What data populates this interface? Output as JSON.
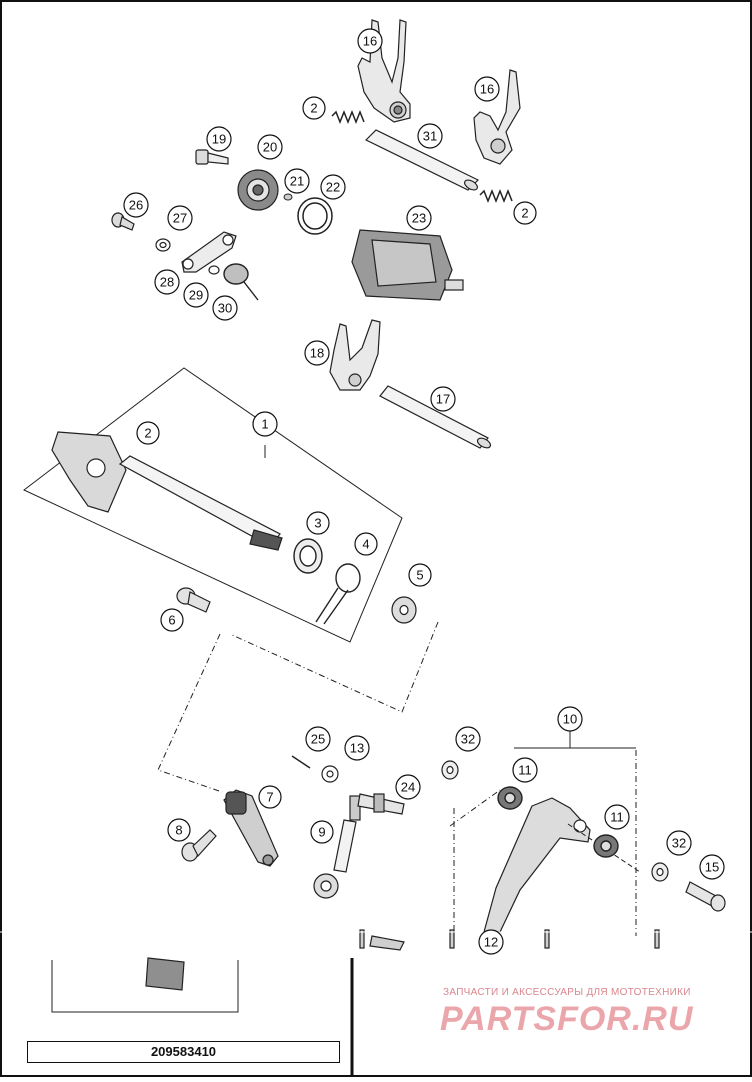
{
  "diagram": {
    "part_number": "209583410",
    "watermark_subtitle": "ЗАПЧАСТИ И АКСЕССУАРЫ ДЛЯ МОТОТЕХНИКИ",
    "watermark_logo": "PARTSFOR.RU",
    "callouts": [
      {
        "id": "c16a",
        "label": "16"
      },
      {
        "id": "c2a",
        "label": "2"
      },
      {
        "id": "c31",
        "label": "31"
      },
      {
        "id": "c16b",
        "label": "16"
      },
      {
        "id": "c19",
        "label": "19"
      },
      {
        "id": "c20",
        "label": "20"
      },
      {
        "id": "c21",
        "label": "21"
      },
      {
        "id": "c22",
        "label": "22"
      },
      {
        "id": "c2b",
        "label": "2"
      },
      {
        "id": "c26",
        "label": "26"
      },
      {
        "id": "c27",
        "label": "27"
      },
      {
        "id": "c23",
        "label": "23"
      },
      {
        "id": "c28",
        "label": "28"
      },
      {
        "id": "c29",
        "label": "29"
      },
      {
        "id": "c30",
        "label": "30"
      },
      {
        "id": "c18",
        "label": "18"
      },
      {
        "id": "c17",
        "label": "17"
      },
      {
        "id": "c1",
        "label": "1"
      },
      {
        "id": "c2c",
        "label": "2"
      },
      {
        "id": "c3",
        "label": "3"
      },
      {
        "id": "c4",
        "label": "4"
      },
      {
        "id": "c5",
        "label": "5"
      },
      {
        "id": "c6",
        "label": "6"
      },
      {
        "id": "c10",
        "label": "10"
      },
      {
        "id": "c32a",
        "label": "32"
      },
      {
        "id": "c25",
        "label": "25"
      },
      {
        "id": "c13",
        "label": "13"
      },
      {
        "id": "c11a",
        "label": "11"
      },
      {
        "id": "c24",
        "label": "24"
      },
      {
        "id": "c7",
        "label": "7"
      },
      {
        "id": "c11b",
        "label": "11"
      },
      {
        "id": "c8",
        "label": "8"
      },
      {
        "id": "c9",
        "label": "9"
      },
      {
        "id": "c32b",
        "label": "32"
      },
      {
        "id": "c15",
        "label": "15"
      },
      {
        "id": "c12",
        "label": "12"
      }
    ]
  }
}
